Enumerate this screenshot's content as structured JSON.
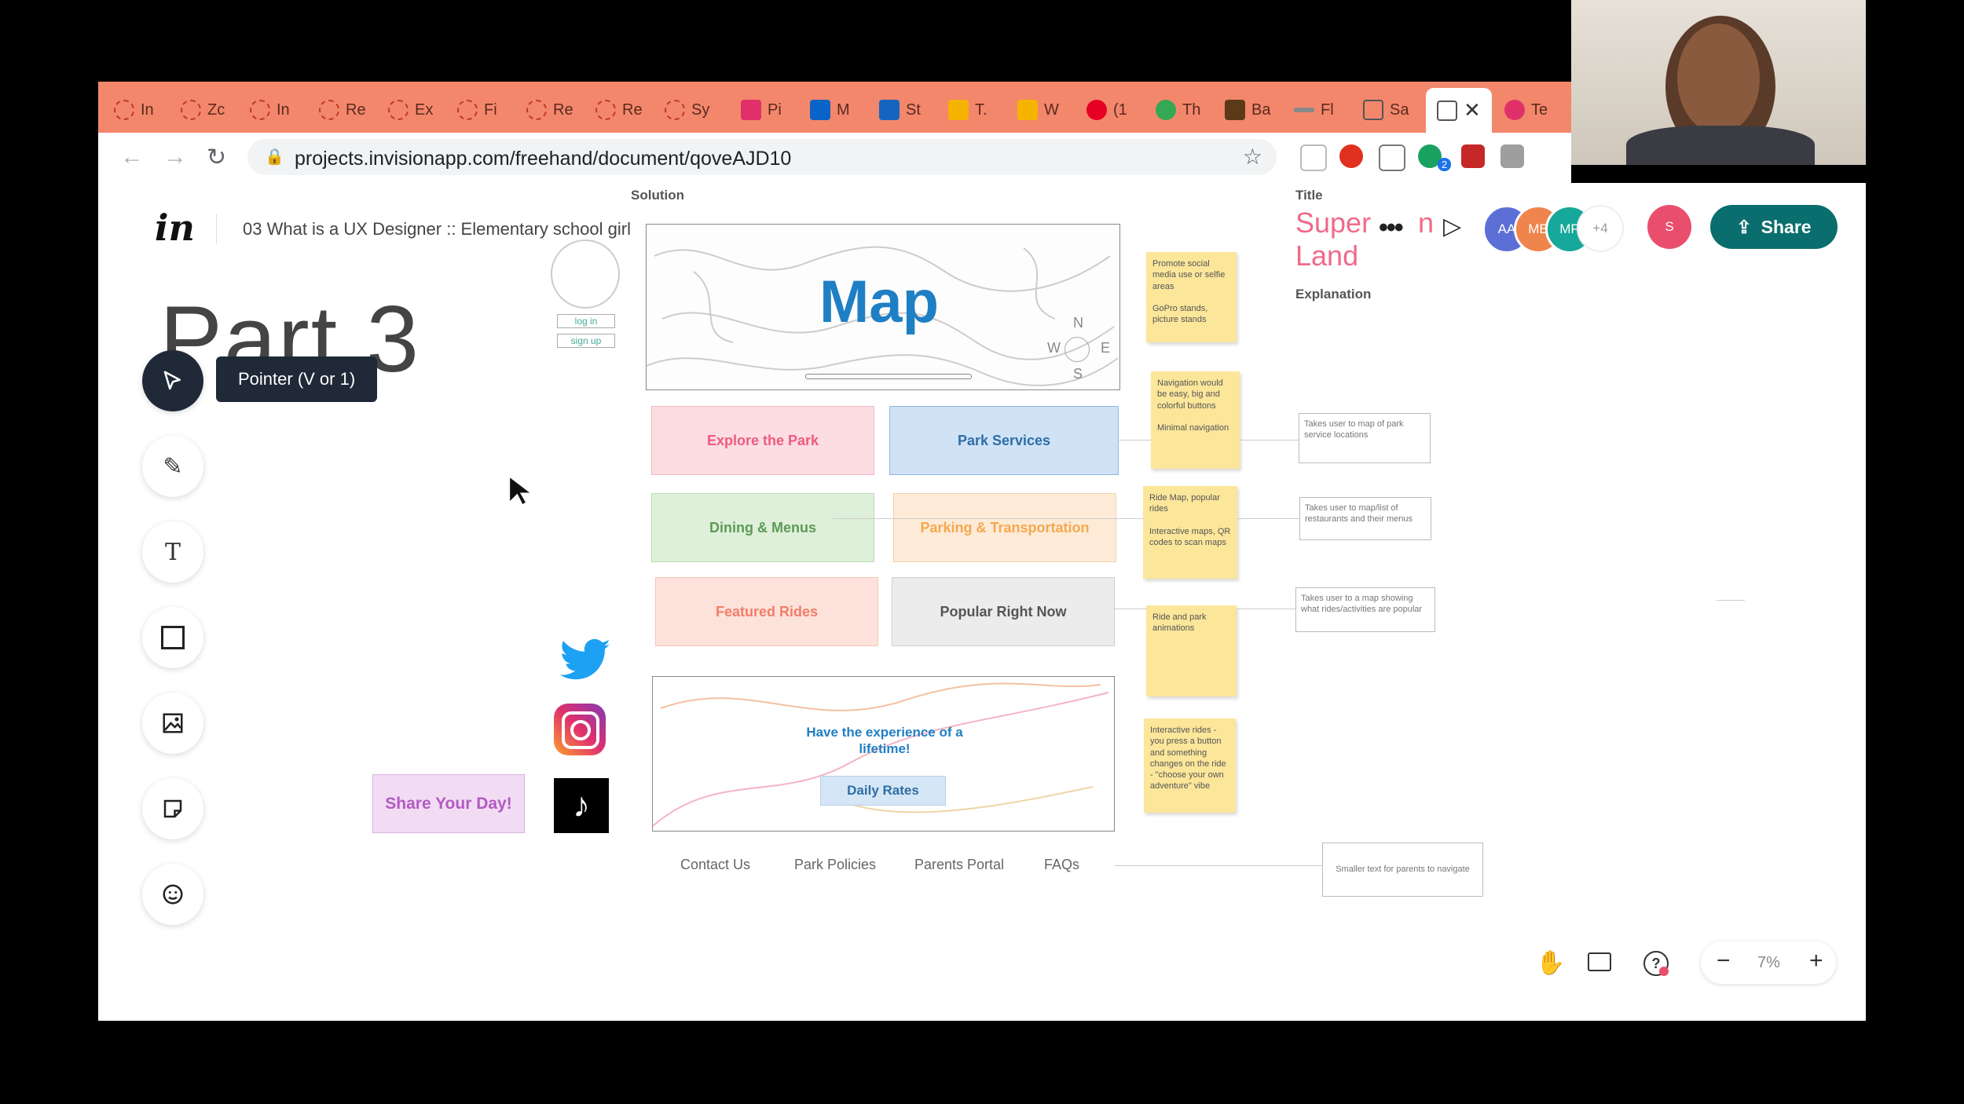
{
  "browser": {
    "tabs": [
      "In",
      "Zc",
      "In",
      "Re",
      "Ex",
      "Fi",
      "Re",
      "Re",
      "Sy",
      "Pi",
      "M",
      "St",
      "T.",
      "W",
      "(1",
      "Th",
      "Ba",
      "Fl",
      "Sa",
      "",
      "Te"
    ],
    "url": "projects.invisionapp.com/freehand/document/qoveAJD10",
    "ext_badge": "2"
  },
  "app": {
    "logo": "in",
    "doc_title": "03 What is a UX Designer :: Elementary school girl",
    "part_heading": "Part 3",
    "tooltip": "Pointer (V or 1)",
    "share_label": "Share",
    "avatars": [
      "AA",
      "MB",
      "MP",
      "+4",
      "S"
    ],
    "zoom": "7%",
    "tools": [
      "pointer-icon",
      "pencil-icon",
      "text-icon",
      "rectangle-icon",
      "image-icon",
      "sticky-note-icon",
      "sticker-icon"
    ]
  },
  "board": {
    "solution_label": "Solution",
    "title_label": "Title",
    "explanation_label": "Explanation",
    "title_text_1": "Super",
    "title_text_2": "Land",
    "title_obscured_1": "n",
    "title_obscured_2": "rk",
    "login": "log in",
    "signup": "sign up",
    "map": "Map",
    "compass": {
      "n": "N",
      "s": "S",
      "e": "E",
      "w": "W"
    },
    "buttons": {
      "explore": "Explore the Park",
      "services": "Park Services",
      "dining": "Dining & Menus",
      "parking": "Parking & Transportation",
      "featured": "Featured Rides",
      "popular": "Popular Right Now"
    },
    "banner_text": "Have the experience of a lifetime!",
    "daily_rates": "Daily Rates",
    "share_day": "Share Your Day!",
    "footer": [
      "Contact Us",
      "Park Policies",
      "Parents Portal",
      "FAQs"
    ],
    "stickies": [
      "Promote social media use or selfie areas\n\nGoPro stands, picture stands",
      "Navigation would be easy, big and colorful buttons\n\nMinimal navigation",
      "Ride Map, popular rides\n\nInteractive maps, QR codes to scan maps",
      "Ride and park animations",
      "Interactive rides - you press a button and something changes on the ride - \"choose your own adventure\" vibe"
    ],
    "notes": [
      "Takes user to map of park service locations",
      "Takes user to map/list of restaurants and their menus",
      "Takes user to a map showing what rides/activities are popular",
      "Smaller text for parents to navigate"
    ]
  },
  "colors": {
    "tabbar": "#f3876c",
    "share": "#0b6e6e",
    "map_blue": "#1f7fc4"
  }
}
